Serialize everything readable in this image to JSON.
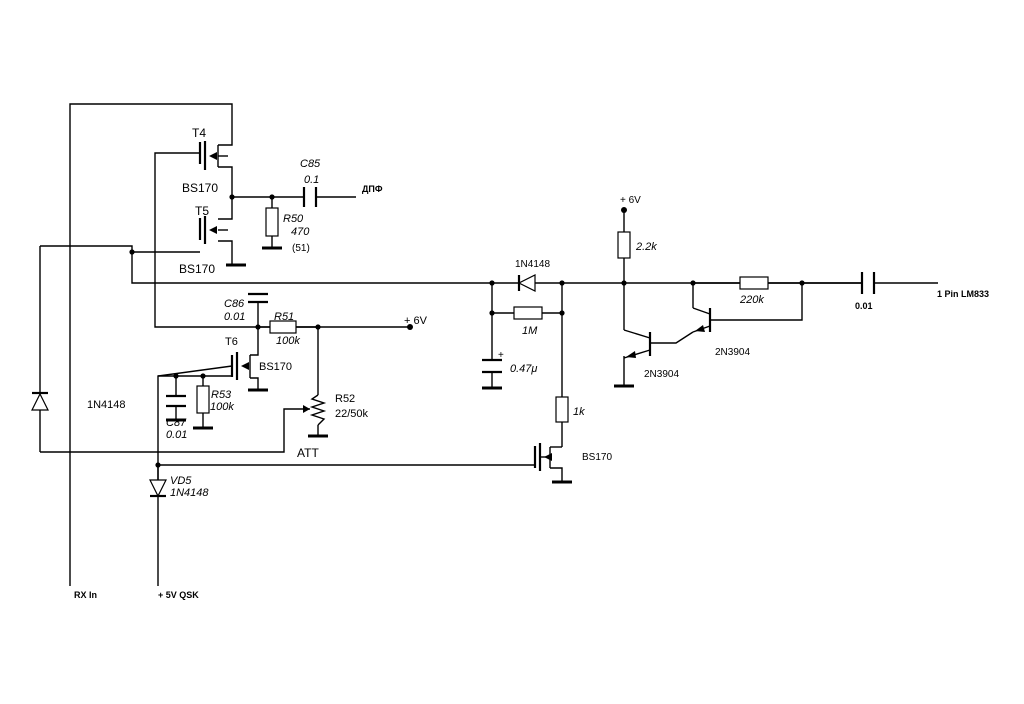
{
  "labels": {
    "t4": "T4",
    "t4_type": "BS170",
    "t5": "T5",
    "t5_type": "BS170",
    "c85": "C85",
    "c85_val": "0.1",
    "dpf": "ДПФ",
    "r50": "R50",
    "r50_val": "470",
    "r50_alt": "(51)",
    "c86": "C86",
    "c86_val": "0.01",
    "r51": "R51",
    "r51_val": "100k",
    "vplus_left": "+ 6V",
    "t6": "T6",
    "t6_type": "BS170",
    "r53": "R53",
    "r53_val": "100k",
    "c87": "C87",
    "c87_val": "0.01",
    "r52": "R52",
    "r52_val": "22/50k",
    "att": "ATT",
    "diode_left": "1N4148",
    "vd5": "VD5",
    "vd5_type": "1N4148",
    "rx_in": "RX In",
    "qsk": "+ 5V QSK",
    "diode_mid": "1N4148",
    "r_1m": "1M",
    "c_047": "0.47μ",
    "cap_plus": "+",
    "r_1k": "1k",
    "mosfet_mid": "BS170",
    "vplus_right": "+ 6V",
    "r_22k": "2.2k",
    "q1": "2N3904",
    "q2": "2N3904",
    "r_220k": "220k",
    "c_out": "0.01",
    "out": "1 Pin LM833"
  }
}
